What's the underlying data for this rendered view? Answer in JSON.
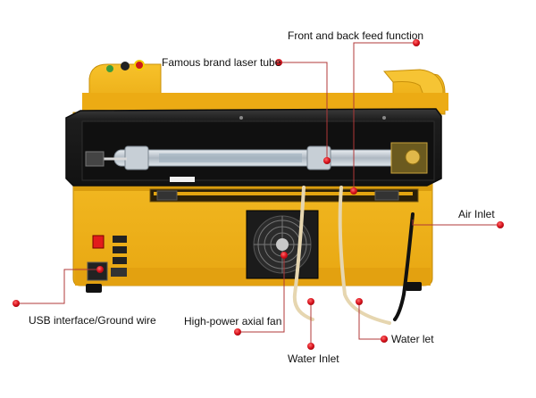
{
  "colors": {
    "body": "#f3b315",
    "body_shade": "#d9980c",
    "panel": "#1a1a1a",
    "marker": "#d8111c",
    "leader": "#c23a3a"
  },
  "callouts": [
    {
      "id": "front-back-feed",
      "label": "Front and back feed function"
    },
    {
      "id": "laser-tube",
      "label": "Famous brand laser tube"
    },
    {
      "id": "air-inlet",
      "label": "Air Inlet"
    },
    {
      "id": "usb-ground",
      "label": "USB interface/Ground wire"
    },
    {
      "id": "axial-fan",
      "label": "High-power axial fan"
    },
    {
      "id": "water-let",
      "label": "Water let"
    },
    {
      "id": "water-inlet",
      "label": "Water Inlet"
    }
  ]
}
